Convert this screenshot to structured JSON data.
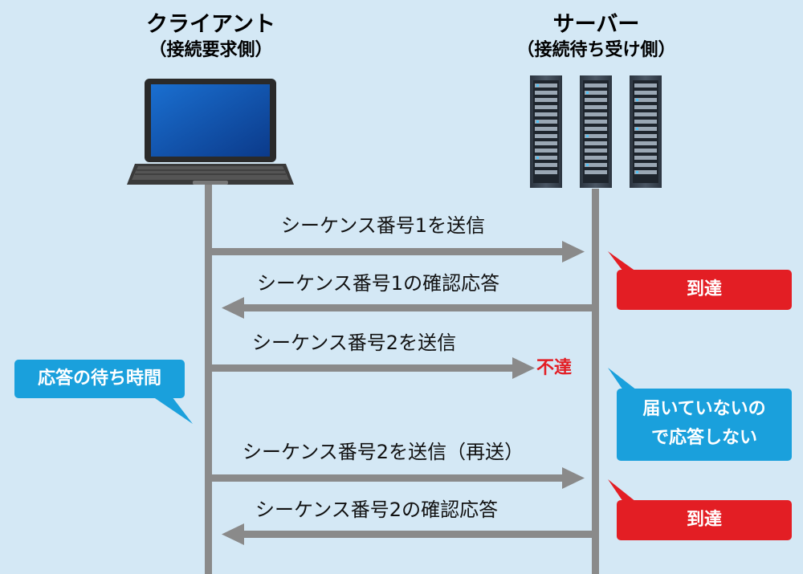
{
  "client": {
    "title": "クライアント",
    "subtitle": "（接続要求側）"
  },
  "server": {
    "title": "サーバー",
    "subtitle": "（接続待ち受け側）"
  },
  "messages": [
    {
      "label": "シーケンス番号1を送信"
    },
    {
      "label": "シーケンス番号1の確認応答"
    },
    {
      "label": "シーケンス番号2を送信"
    },
    {
      "label": "シーケンス番号2を送信（再送）"
    },
    {
      "label": "シーケンス番号2の確認応答"
    }
  ],
  "not_arrived": "不達",
  "callouts": {
    "arrived_1": "到達",
    "no_response": "届いていないので応答しない",
    "no_response_line1": "届いていないの",
    "no_response_line2": "で応答しない",
    "arrived_2": "到達",
    "wait_time": "応答の待ち時間"
  },
  "colors": {
    "background": "#d4e8f5",
    "lifeline": "#8a8a8a",
    "red_callout": "#e31e24",
    "blue_callout": "#1aa0dc",
    "not_arrived_text": "#e31e24"
  }
}
